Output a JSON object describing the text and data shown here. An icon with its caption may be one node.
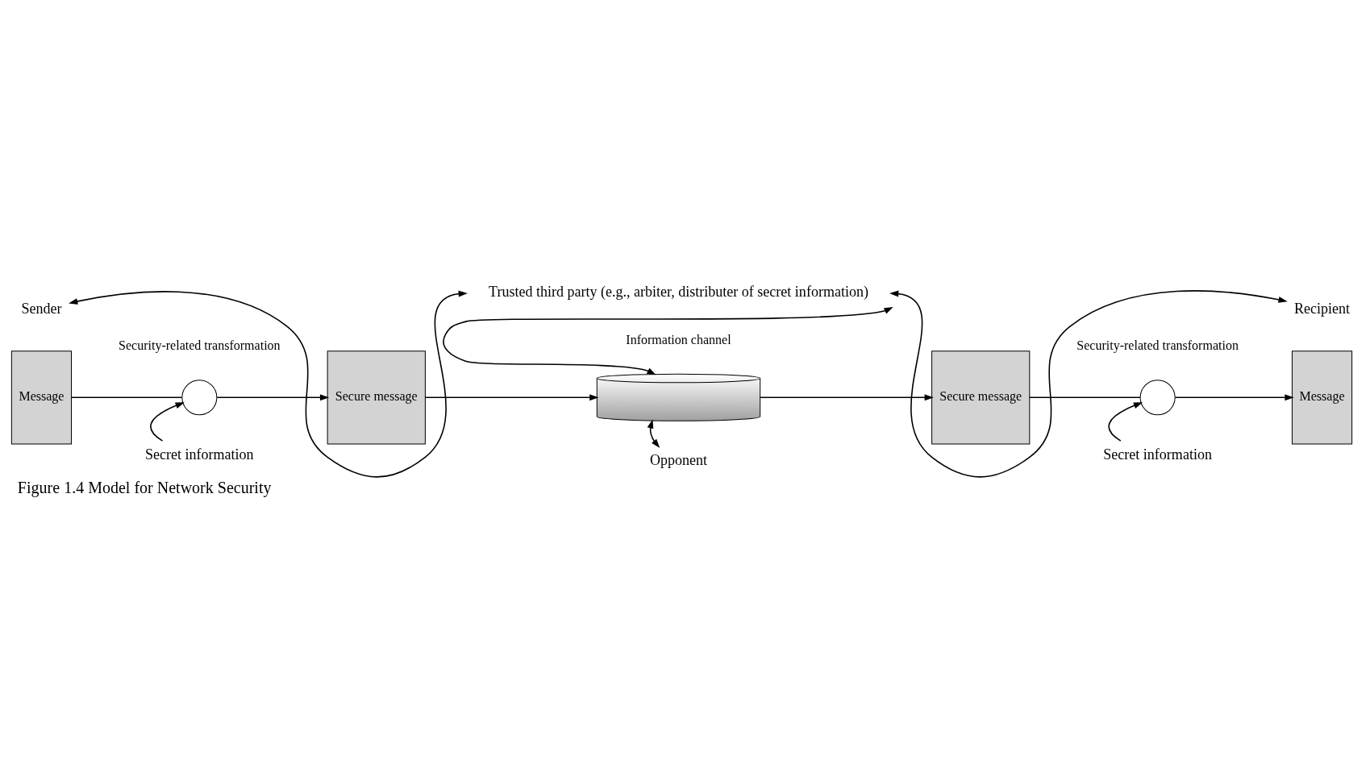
{
  "diagram": {
    "caption": "Figure 1.4 Model for Network Security",
    "nodes": [
      {
        "text": [
          "Trusted third party (e.g., arbiter, distributer of secret information)"
        ]
      },
      {
        "text": [
          "Sender"
        ]
      },
      {
        "text": [
          "Message"
        ]
      },
      {
        "text": [],
        "shape": "circle",
        "beside": [
          "Security-related transformation"
        ]
      },
      {
        "text": [
          "Secret information"
        ]
      },
      {
        "text": [
          "Secure message"
        ]
      },
      {
        "text": [],
        "shape": "cylinder",
        "beside": [
          "Information channel"
        ]
      },
      {
        "text": [
          "Secure message"
        ]
      },
      {
        "text": [],
        "shape": "circle",
        "beside": [
          "Security-related transformation"
        ]
      },
      {
        "text": [
          "Secret information"
        ]
      },
      {
        "text": [
          "Message"
        ]
      },
      {
        "text": [
          "Recipient"
        ]
      },
      {
        "text": [
          "Opponent"
        ]
      }
    ],
    "edges": [
      {
        "from": 0,
        "to": 1,
        "arrow": "both"
      },
      {
        "from": 0,
        "to": 6,
        "arrow": "both"
      },
      {
        "from": 0,
        "to": 11,
        "arrow": "both"
      },
      {
        "from": 2,
        "to": 3,
        "arrow": "none"
      },
      {
        "from": 3,
        "to": 5,
        "arrow": "to"
      },
      {
        "from": 4,
        "to": 3,
        "arrow": "to"
      },
      {
        "from": 5,
        "to": 6,
        "arrow": "to"
      },
      {
        "from": 6,
        "to": 7,
        "arrow": "to"
      },
      {
        "from": 7,
        "to": 8,
        "arrow": "none"
      },
      {
        "from": 8,
        "to": 10,
        "arrow": "to"
      },
      {
        "from": 9,
        "to": 8,
        "arrow": "to"
      },
      {
        "from": 12,
        "to": 6,
        "arrow": "both"
      }
    ]
  }
}
